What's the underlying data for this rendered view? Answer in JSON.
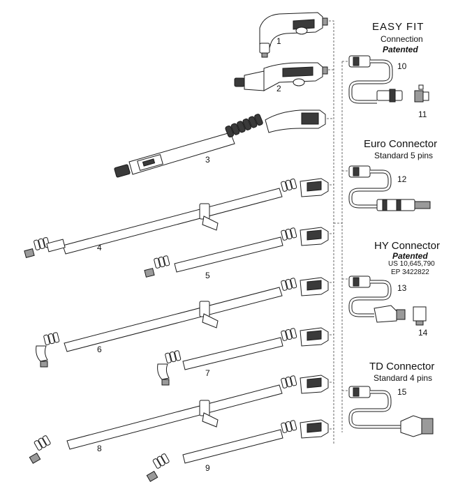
{
  "sections": {
    "easy_fit": {
      "title": "EASY FIT",
      "subtitle": "Connection",
      "note": "Patented"
    },
    "euro": {
      "title": "Euro Connector",
      "subtitle": "Standard 5 pins"
    },
    "hy": {
      "title": "HY Connector",
      "note": "Patented",
      "patent_us": "US 10,645,790",
      "patent_ep": "EP 3422822"
    },
    "td": {
      "title": "TD Connector",
      "subtitle": "Standard 4 pins"
    }
  },
  "part_numbers": [
    "1",
    "2",
    "3",
    "4",
    "5",
    "6",
    "7",
    "8",
    "9",
    "10",
    "11",
    "12",
    "13",
    "14",
    "15"
  ],
  "colors": {
    "line": "#1a1a1a",
    "fill": "#ffffff",
    "shade": "#9a9a9a",
    "dark": "#3a3a3a"
  }
}
